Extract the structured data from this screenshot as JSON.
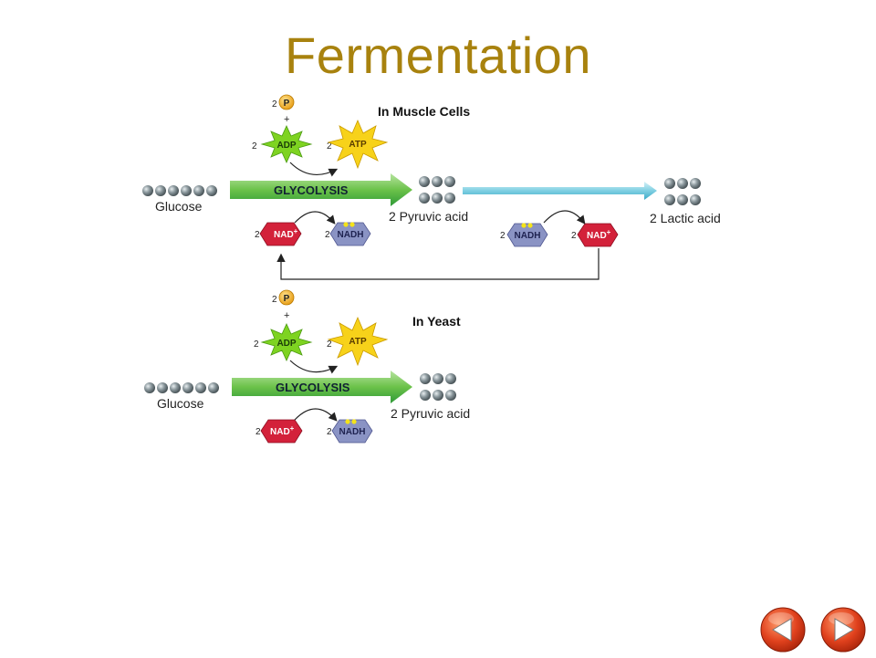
{
  "title": "Fermentation",
  "muscle": {
    "heading": "In Muscle Cells",
    "phosphate_coef": "2",
    "phosphate_label": "P",
    "plus": "+",
    "adp_coef": "2",
    "adp_label": "ADP",
    "atp_coef": "2",
    "atp_label": "ATP",
    "glucose_label": "Glucose",
    "glycolysis_label": "GLYCOLYSIS",
    "pyruvic_label": "2 Pyruvic acid",
    "nad_coef": "2",
    "nad_label": "NAD",
    "nad_sup": "+",
    "nadh_coef": "2",
    "nadh_label": "NADH",
    "nadh2_coef": "2",
    "nadh2_label": "NADH",
    "nad2_coef": "2",
    "nad2_label": "NAD",
    "nad2_sup": "+",
    "lactic_label": "2 Lactic acid"
  },
  "yeast": {
    "heading": "In Yeast",
    "phosphate_coef": "2",
    "phosphate_label": "P",
    "plus": "+",
    "adp_coef": "2",
    "adp_label": "ADP",
    "atp_coef": "2",
    "atp_label": "ATP",
    "glucose_label": "Glucose",
    "glycolysis_label": "GLYCOLYSIS",
    "pyruvic_label": "2 Pyruvic acid",
    "nad_coef": "2",
    "nad_label": "NAD",
    "nad_sup": "+",
    "nadh_coef": "2",
    "nadh_label": "NADH"
  },
  "nav": {
    "prev_icon": "arrow-left-icon",
    "next_icon": "arrow-right-icon"
  },
  "colors": {
    "title": "#a8820e",
    "glycolysis_arrow": "#4caf50",
    "lactic_arrow": "#5bbfd6",
    "nad": "#d3213a",
    "nadh": "#8a93c4",
    "adp": "#7ed321",
    "atp": "#f7d21a",
    "phosphate": "#f2b51c",
    "nav_button": "#e0411d"
  }
}
